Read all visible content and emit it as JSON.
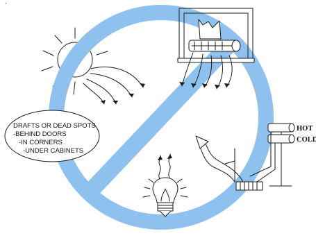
{
  "colors": {
    "prohibition": "#8ec1ee",
    "ink": "#1a1a1a",
    "background": "#ffffff"
  },
  "icons": [
    "sun-icon",
    "window-heater-icon",
    "light-bulb-icon",
    "hot-cold-pipes-icon",
    "prohibition-sign"
  ],
  "top_mark": "'",
  "callout": {
    "lines": [
      "DRAFTS OR DEAD SPOTS",
      "-BEHIND DOORS",
      "-IN CORNERS",
      "-UNDER CABINETS"
    ]
  },
  "pipes": {
    "hot_label": "HOT",
    "cold_label": "COLD"
  }
}
